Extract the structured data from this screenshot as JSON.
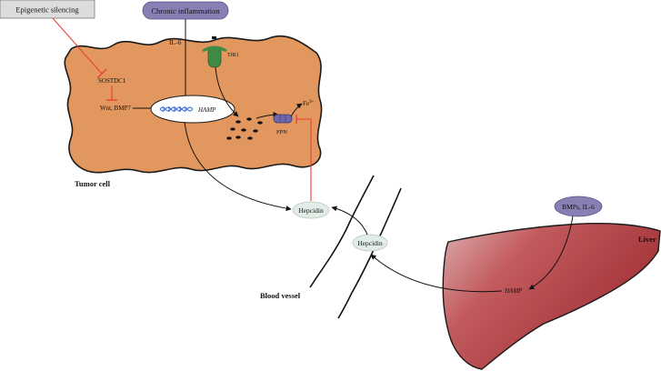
{
  "labels": {
    "epigenetic_silencing": "Epigenetic silencing",
    "chronic_inflammation": "Chronic inflammation",
    "il6": "IL-6",
    "tfr1": "TfR1",
    "sostdc1": "SOSTDC1",
    "wnt_bmp7": "Wnt, BMP7",
    "hamp_tumor": "HAMP",
    "fe3": "Fe",
    "fe3_charge": "3+",
    "fpn": "FPN",
    "tumor_cell": "Tumor cell",
    "hepcidin_top": "Hepcidin",
    "hepcidin_vessel": "Hepcidin",
    "blood_vessel": "Blood vessel",
    "bmps_il6": "BMPs, IL-6",
    "liver": "Liver",
    "hamp_liver": "HAMP"
  },
  "colors": {
    "cell_fill": "#e1975d",
    "inhibition": "#e8403c",
    "gray_box": "#dcdcdc",
    "purple_ellipse": "#8a7fb4",
    "hepcidin_fill": "#e3ede7",
    "tfr1_green": "#3f8a45",
    "fpn_purple": "#6e67a8",
    "liver_dark": "#a8353a",
    "liver_light": "#dcaeae",
    "dna_blue": "#3a6ad6"
  },
  "icons": {
    "tfr1": "transferrin-receptor-icon",
    "fpn": "ferroportin-icon",
    "iron": "iron-dots-icon",
    "dna": "dna-strand-icon"
  }
}
